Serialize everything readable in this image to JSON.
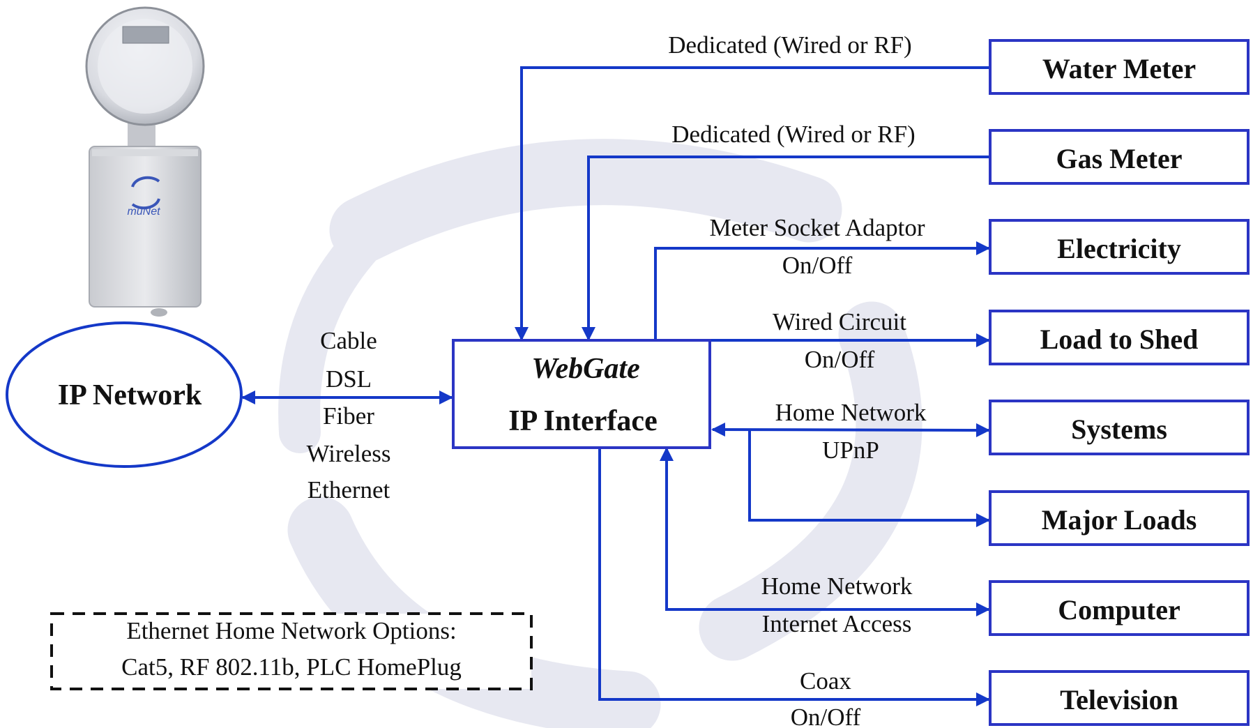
{
  "webgate": {
    "title": "WebGate",
    "subtitle": "IP Interface"
  },
  "ip_network": {
    "label": "IP Network"
  },
  "ip_links": [
    "Cable",
    "DSL",
    "Fiber",
    "Wireless",
    "Ethernet"
  ],
  "options": {
    "line1": "Ethernet Home Network Options:",
    "line2": "Cat5, RF 802.11b, PLC HomePlug"
  },
  "meter_brand": "muNet",
  "devices": [
    {
      "id": "water",
      "label": "Water Meter",
      "link": [
        "Dedicated (Wired or RF)"
      ]
    },
    {
      "id": "gas",
      "label": "Gas Meter",
      "link": [
        "Dedicated (Wired or RF)"
      ]
    },
    {
      "id": "electricity",
      "label": "Electricity",
      "link": [
        "Meter Socket Adaptor",
        "On/Off"
      ]
    },
    {
      "id": "load-shed",
      "label": "Load to Shed",
      "link": [
        "Wired Circuit",
        "On/Off"
      ]
    },
    {
      "id": "systems",
      "label": "Systems",
      "link": [
        "Home Network",
        "UPnP"
      ]
    },
    {
      "id": "major-loads",
      "label": "Major Loads",
      "link": []
    },
    {
      "id": "computer",
      "label": "Computer",
      "link": [
        "Home Network",
        "Internet Access"
      ]
    },
    {
      "id": "television",
      "label": "Television",
      "link": [
        "Coax",
        "On/Off"
      ]
    }
  ],
  "colors": {
    "line": "#1438c8",
    "box_border": "#2b35c4",
    "watermark": "#e6e6f0"
  }
}
